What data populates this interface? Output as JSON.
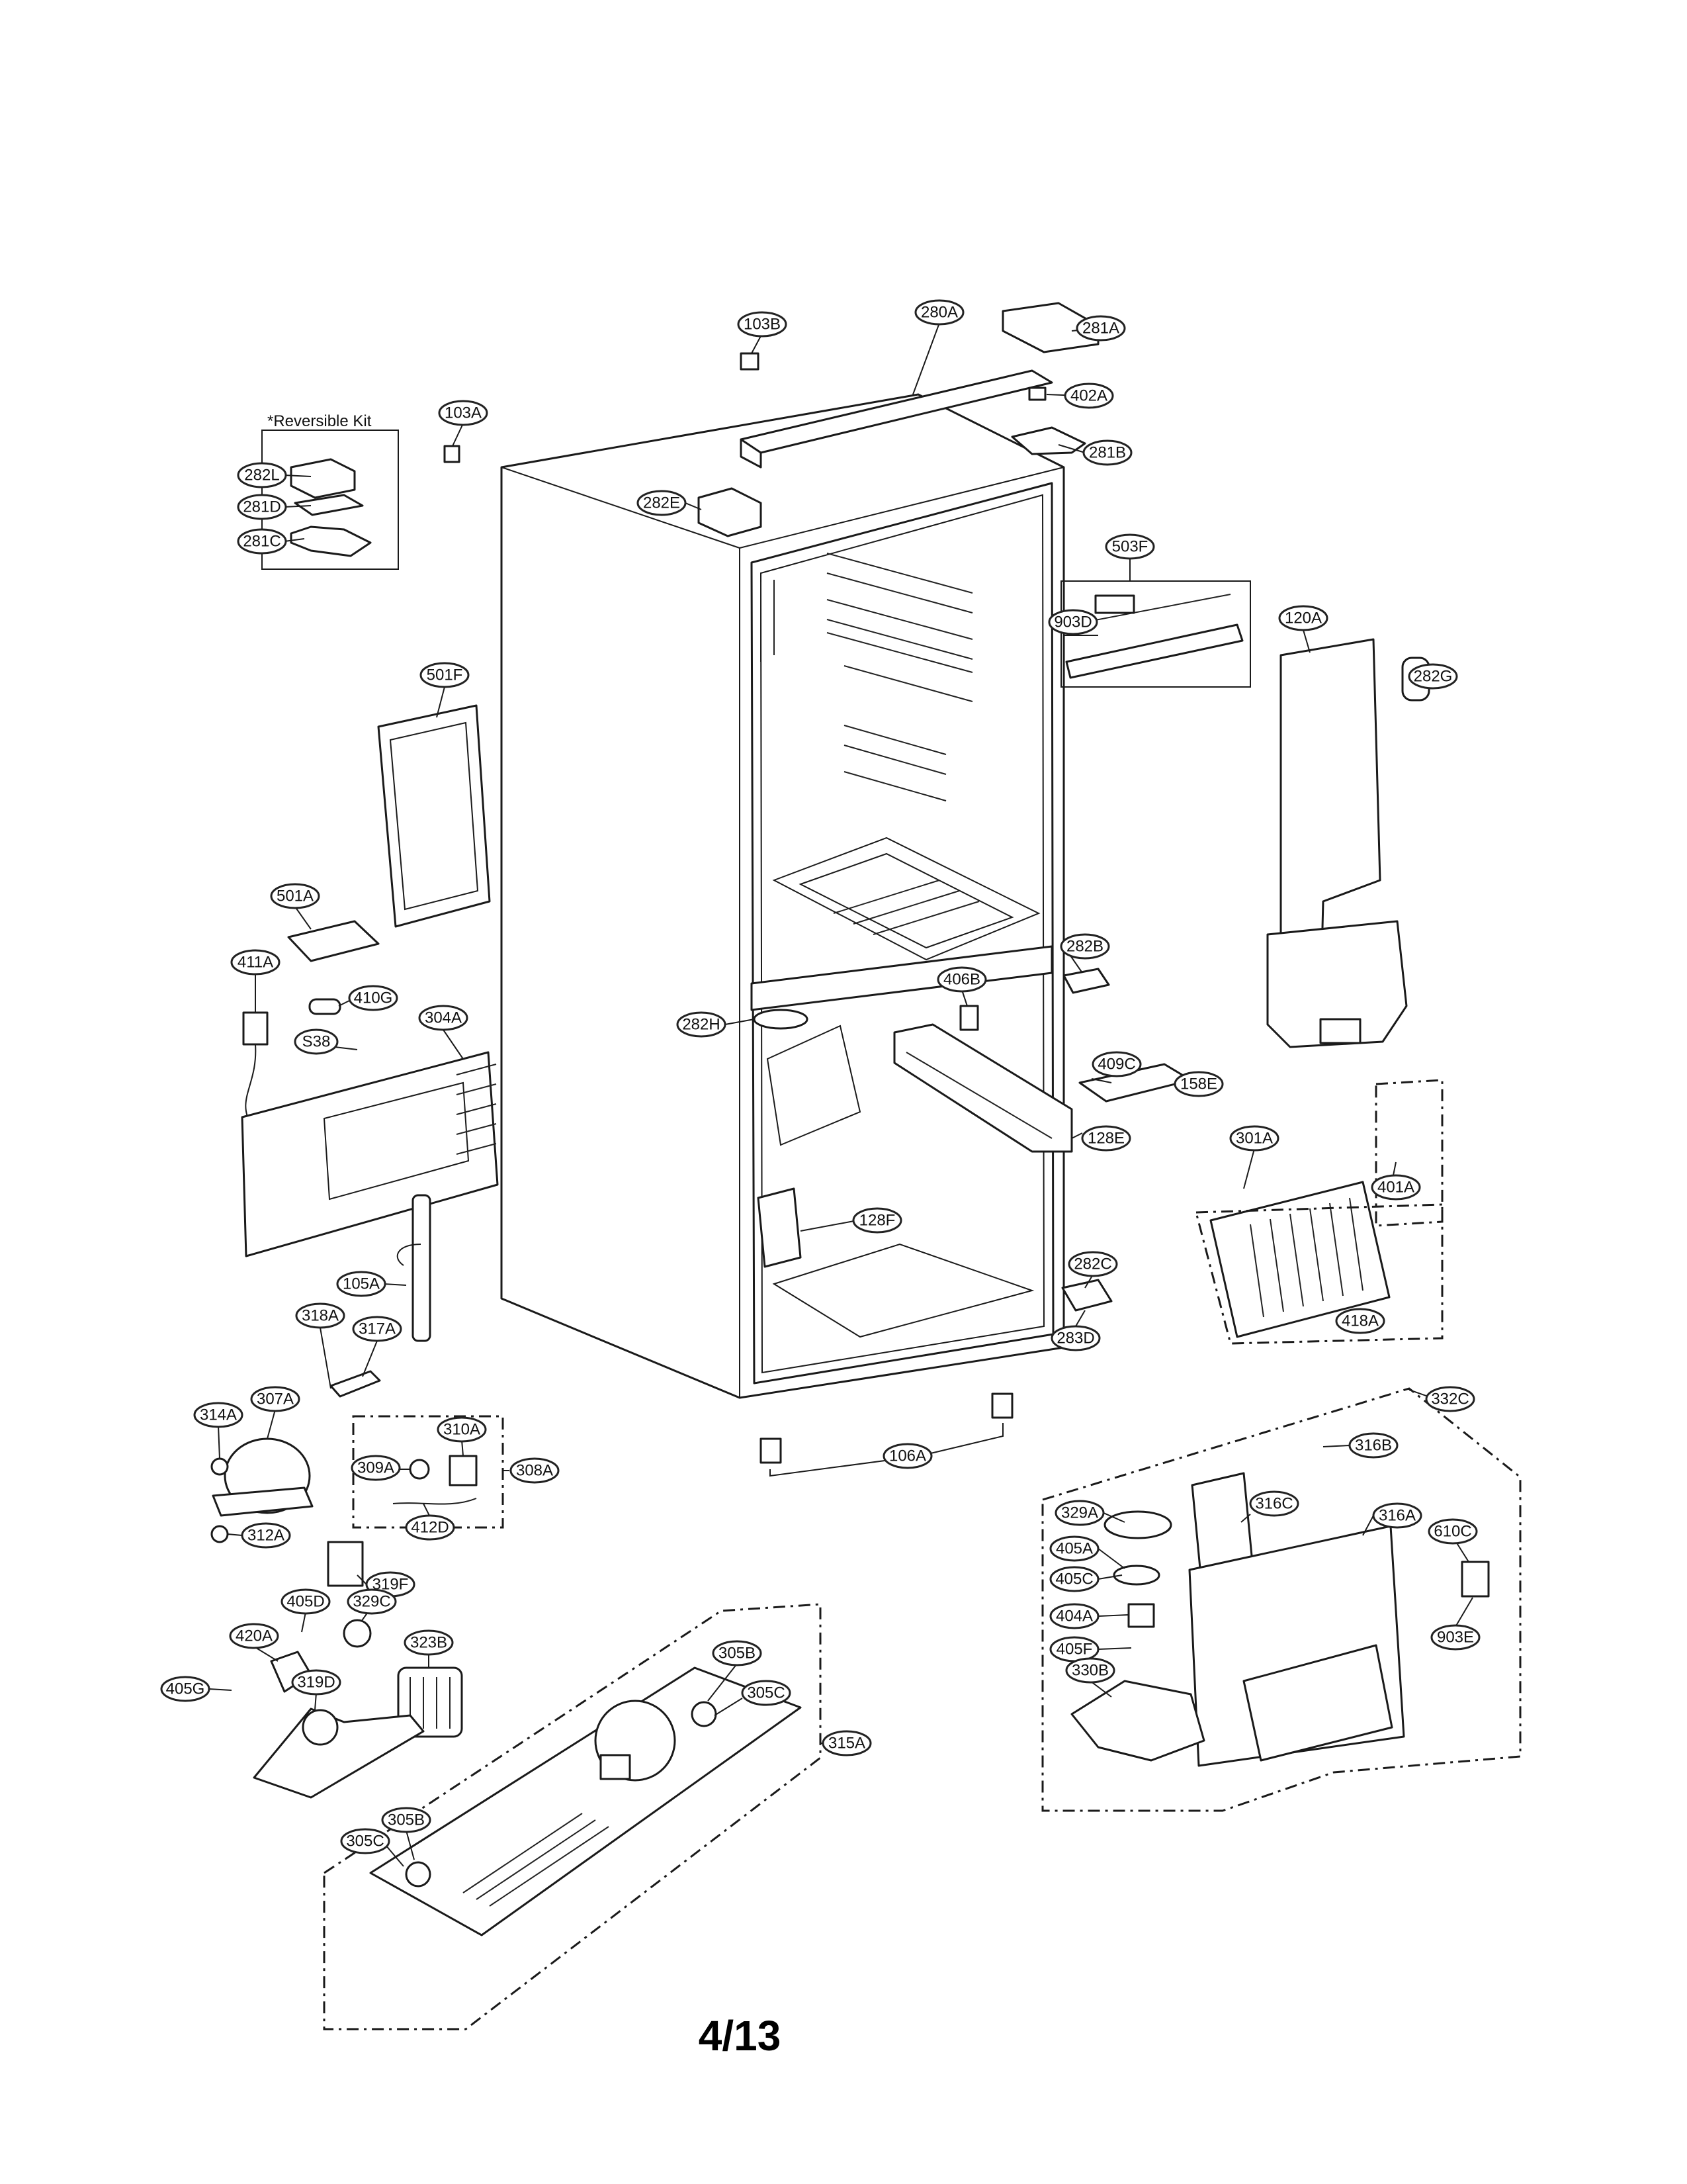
{
  "diagram": {
    "kit_label": "*Reversible Kit",
    "page_number": "4/13"
  },
  "callouts": {
    "c103B": "103B",
    "c281A": "281A",
    "c280A": "280A",
    "c402A": "402A",
    "c103A": "103A",
    "c281B": "281B",
    "c282L": "282L",
    "c281D": "281D",
    "c281C": "281C",
    "c282E": "282E",
    "c503F": "503F",
    "c903D": "903D",
    "c120A": "120A",
    "c282G": "282G",
    "c501F": "501F",
    "c501A": "501A",
    "c411A": "411A",
    "c410G": "410G",
    "cS38": "S38",
    "c304A": "304A",
    "c282B": "282B",
    "c406B": "406B",
    "c409C": "409C",
    "c282H": "282H",
    "c158E": "158E",
    "c128E": "128E",
    "c301A": "301A",
    "c401A": "401A",
    "c128F": "128F",
    "c105A": "105A",
    "c282C": "282C",
    "c418A": "418A",
    "c318A": "318A",
    "c317A": "317A",
    "c283D": "283D",
    "c332C": "332C",
    "c314A": "314A",
    "c307A": "307A",
    "c310A": "310A",
    "c309A": "309A",
    "c308A": "308A",
    "c106A": "106A",
    "c316B": "316B",
    "c412D": "412D",
    "c312A": "312A",
    "c329A": "329A",
    "c316C": "316C",
    "c316A": "316A",
    "c610C": "610C",
    "c319F": "319F",
    "c405A": "405A",
    "c405D": "405D",
    "c329C": "329C",
    "c405C": "405C",
    "c420A": "420A",
    "c323B": "323B",
    "c404A": "404A",
    "c903E": "903E",
    "c405F": "405F",
    "c305B": "305B",
    "c405G": "405G",
    "c319D": "319D",
    "c305C": "305C",
    "c330B": "330B",
    "c315A": "315A",
    "c305B2": "305B",
    "c305C2": "305C"
  }
}
